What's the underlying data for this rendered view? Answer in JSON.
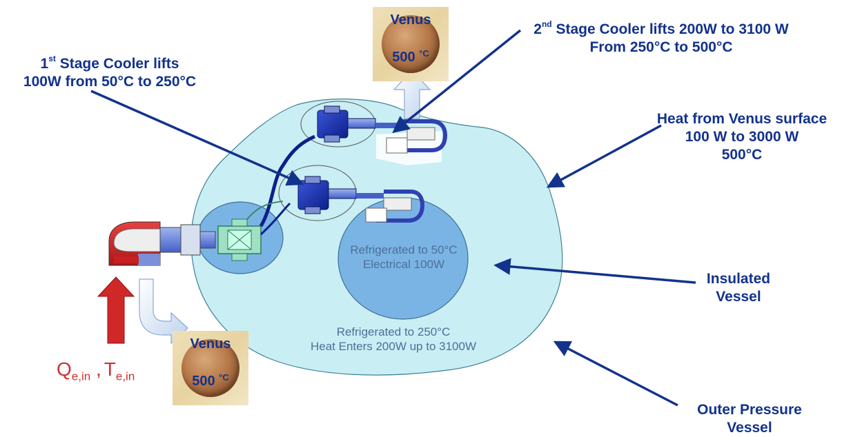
{
  "labels": {
    "stage1_line1_pre": "1",
    "stage1_line1_sup": "st",
    "stage1_line1_post": " Stage Cooler lifts",
    "stage1_line2": "100W from 50°C to 250°C",
    "stage2_line1_pre": "2",
    "stage2_line1_sup": "nd",
    "stage2_line1_post": " Stage Cooler lifts 200W to 3100 W",
    "stage2_line2": "From 250°C to 500°C",
    "heat_line1": "Heat from Venus surface",
    "heat_line2": "100 W to 3000 W",
    "heat_line3": "500°C",
    "insulated_line1": "Insulated",
    "insulated_line2": "Vessel",
    "outer_line1": "Outer Pressure",
    "outer_line2": "Vessel"
  },
  "inner_text": {
    "inner_line1": "Refrigerated to 50°C",
    "inner_line2": "Electrical 100W",
    "outer_line1": "Refrigerated to 250°C",
    "outer_line2": "Heat Enters 200W up to 3100W"
  },
  "venus_top": {
    "name": "Venus",
    "temp_value": "500 ",
    "temp_unit": "°C"
  },
  "venus_bottom": {
    "name": "Venus",
    "temp_value": "500 ",
    "temp_unit": "°C"
  },
  "heat_input": {
    "q": "Q",
    "q_sub": "e,in",
    "sep": " ,",
    "t": "T",
    "t_sub": "e,in"
  },
  "colors": {
    "label_blue": "#12328c",
    "outer_vessel_fill": "#c9eef4",
    "inner_vessel_fill": "#7ab4e4",
    "heat_red": "#d03030",
    "arrow_light_blue": "#dbe8f6"
  }
}
